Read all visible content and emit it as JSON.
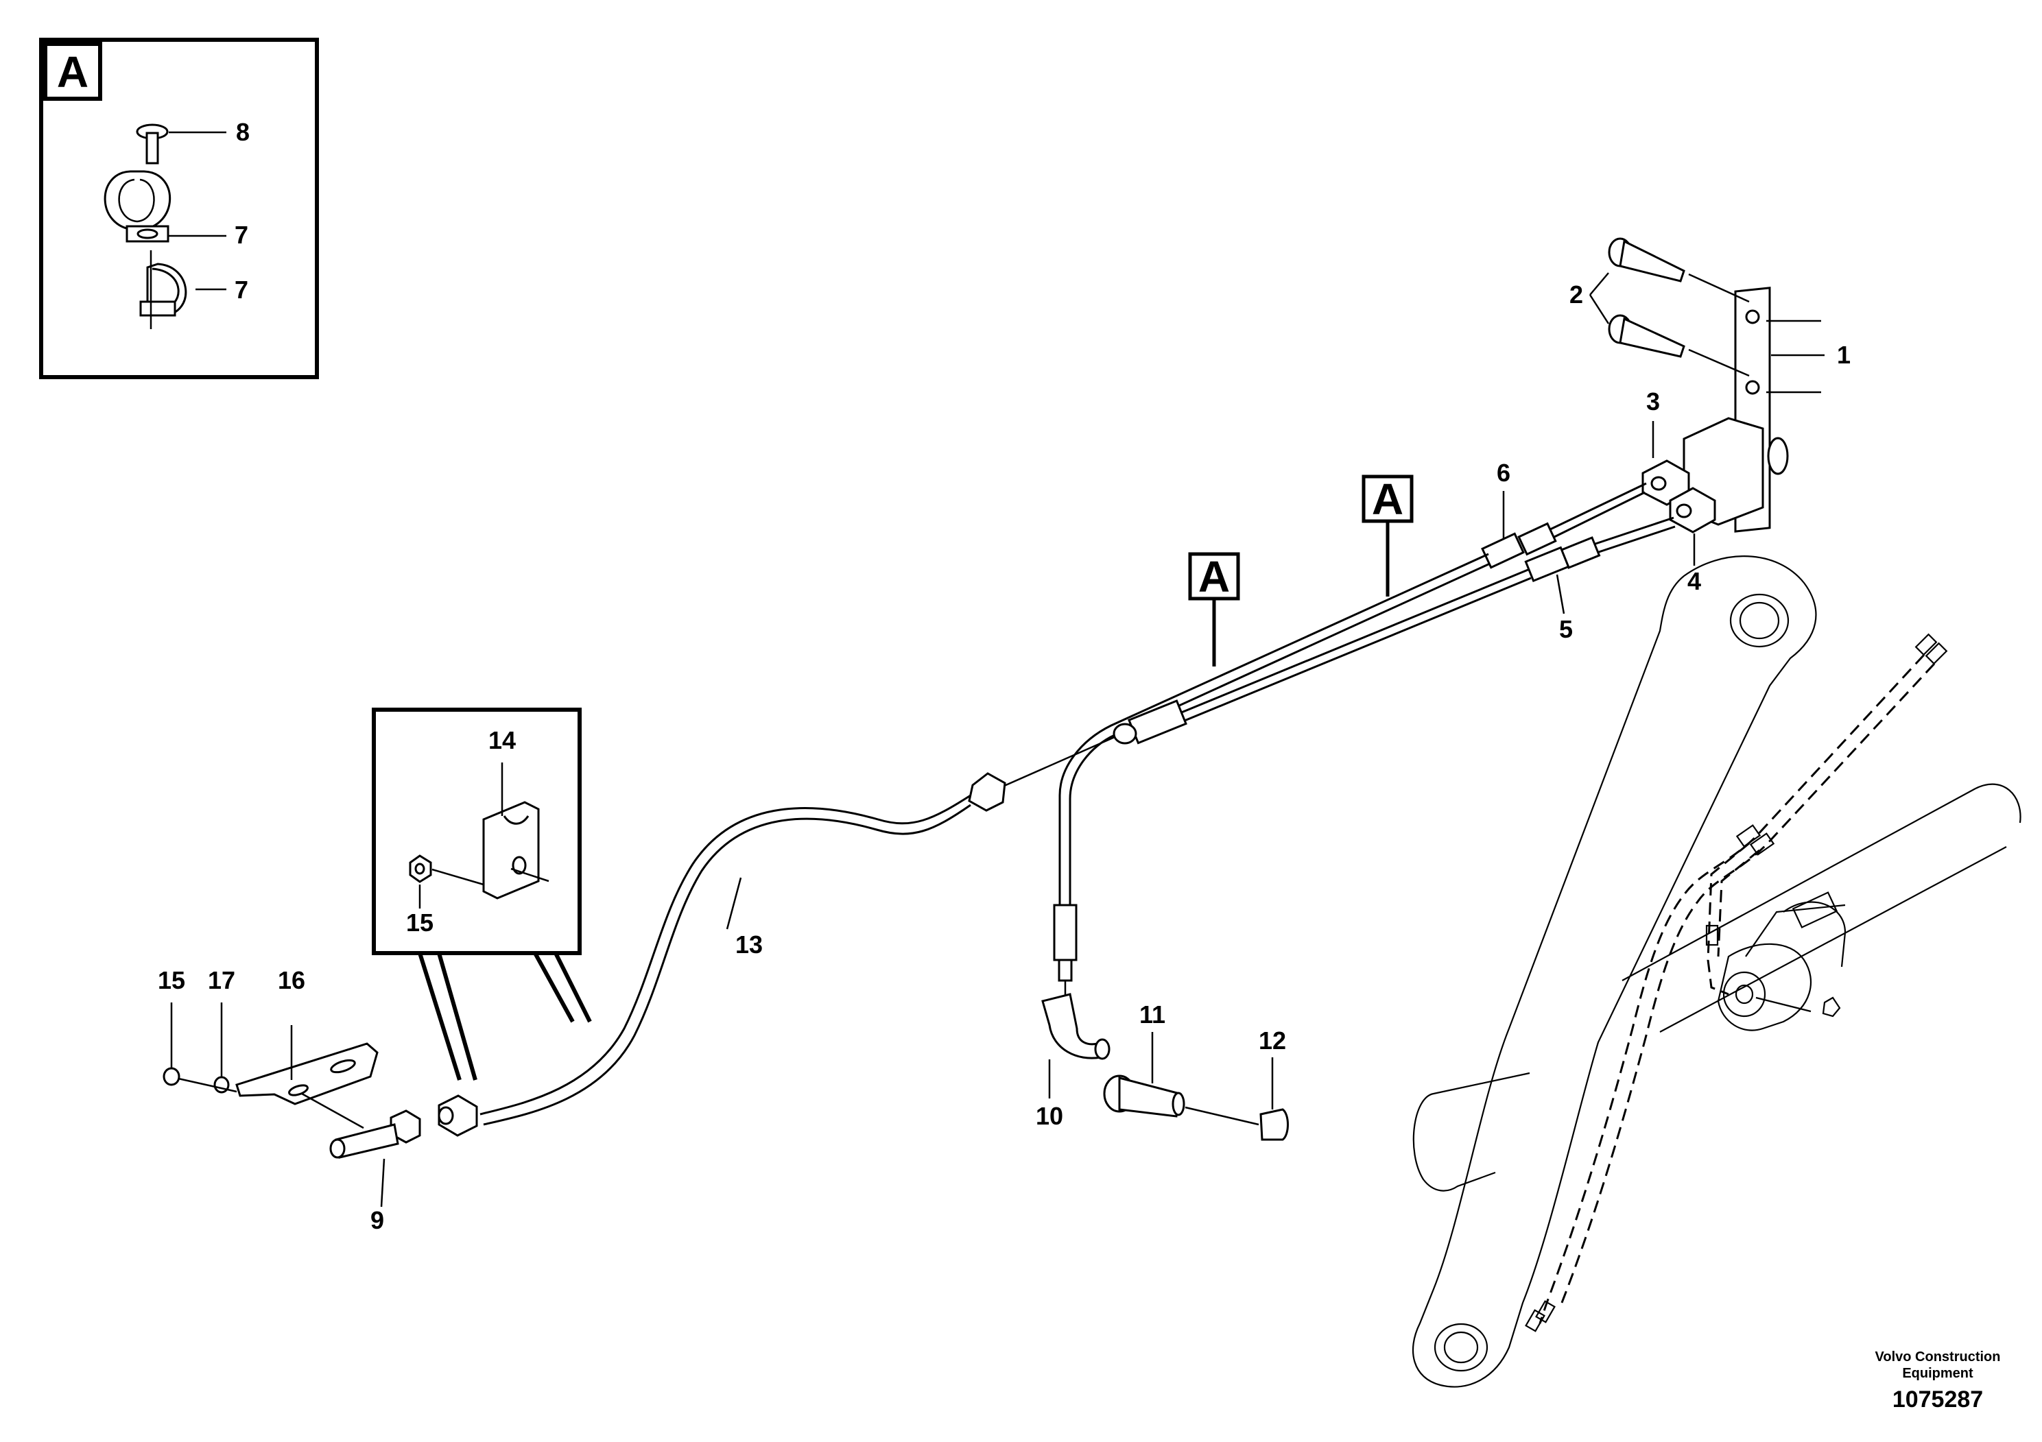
{
  "diagram": {
    "callouts": [
      {
        "id": "A-inset",
        "letter": "A"
      },
      {
        "id": "A-upper",
        "letter": "A"
      },
      {
        "id": "A-lower",
        "letter": "A"
      }
    ],
    "parts": {
      "p1": "1",
      "p2": "2",
      "p3": "3",
      "p4": "4",
      "p5": "5",
      "p6": "6",
      "p7a": "7",
      "p7b": "7",
      "p8": "8",
      "p9": "9",
      "p10": "10",
      "p11": "11",
      "p12": "12",
      "p13": "13",
      "p14": "14",
      "p15a": "15",
      "p15b": "15",
      "p16": "16",
      "p17": "17"
    }
  },
  "footer": {
    "company_line1": "Volvo Construction",
    "company_line2": "Equipment",
    "drawing_number": "1075287"
  }
}
